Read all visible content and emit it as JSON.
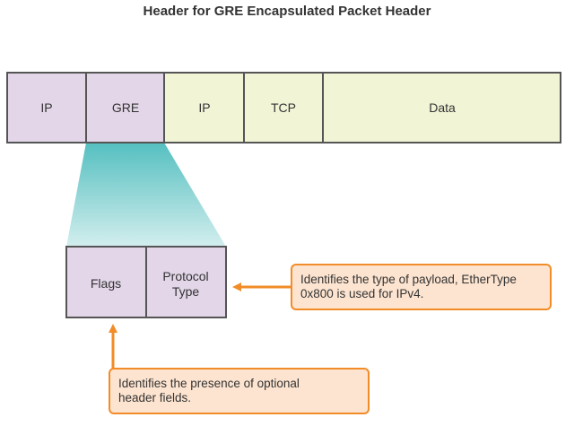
{
  "title": "Header for GRE Encapsulated Packet Header",
  "packet": {
    "segments": [
      "IP",
      "GRE",
      "IP",
      "TCP",
      "Data"
    ]
  },
  "gre_header": {
    "fields": {
      "flags": "Flags",
      "protocol_type_line1": "Protocol",
      "protocol_type_line2": "Type"
    }
  },
  "callouts": {
    "protocol_type": {
      "line1": "Identifies the type of payload, EtherType",
      "line2": "0x800 is used for IPv4."
    },
    "flags": {
      "line1": "Identifies the presence of optional",
      "line2": "header fields."
    }
  },
  "colors": {
    "gre_fill": "#e2d6e8",
    "payload_fill": "#f2f4d6",
    "zoom_light": "#d3eeee",
    "zoom_dark": "#55bfc0",
    "callout_border": "#f28c28",
    "callout_fill": "#fde4d0"
  }
}
